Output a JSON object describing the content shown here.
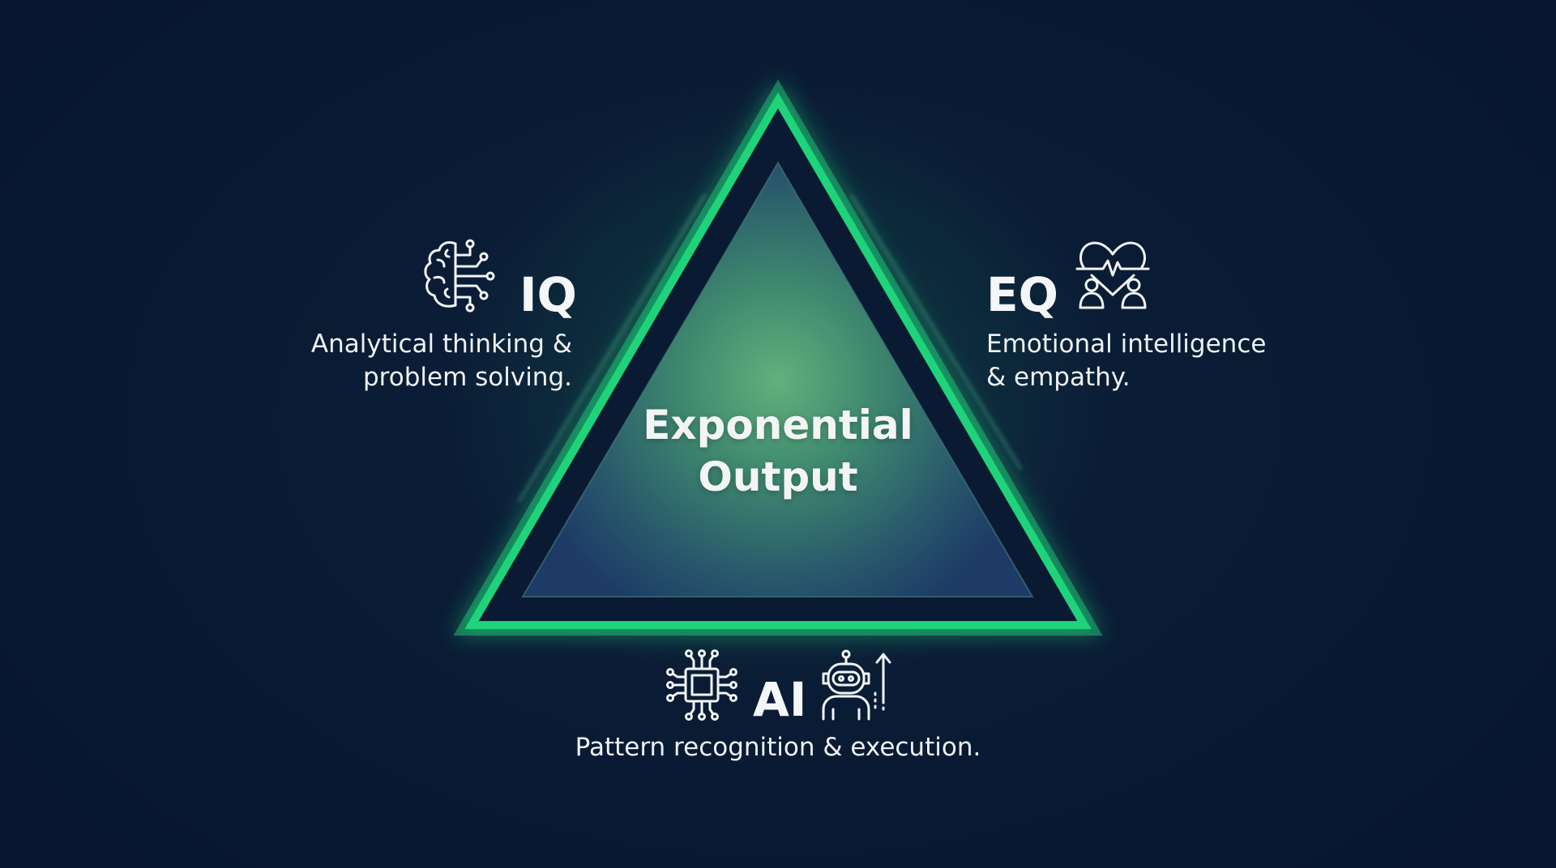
{
  "diagram": {
    "type": "triangle",
    "center": {
      "line1": "Exponential",
      "line2": "Output"
    },
    "nodes": {
      "iq": {
        "title": "IQ",
        "icon": "brain-circuit-icon",
        "description": "Analytical thinking &\nproblem solving."
      },
      "eq": {
        "title": "EQ",
        "icon": "heart-pulse-people-icon",
        "description": "Emotional intelligence\n& empathy."
      },
      "ai": {
        "title": "AI",
        "icons": [
          "cpu-chip-icon",
          "robot-growth-icon"
        ],
        "description": "Pattern recognition & execution."
      }
    },
    "colors": {
      "background": "#0a1a33",
      "accent_green": "#1fd37a",
      "inner_fill_top": "#5fae7c",
      "inner_fill_bottom": "#1c3b68",
      "text": "#f2f4f5"
    }
  }
}
